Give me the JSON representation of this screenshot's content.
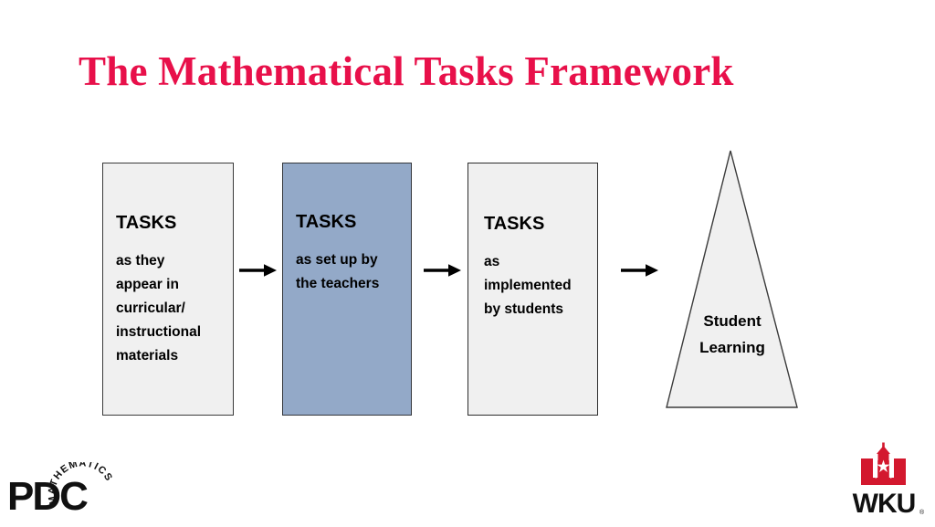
{
  "slide": {
    "title": "The Mathematical Tasks Framework",
    "title_color": "#E8104A",
    "background": "#FFFFFF"
  },
  "flow": {
    "boxes": [
      {
        "id": "tasks-curricular",
        "heading": "TASKS",
        "body": "as they\nappear  in\ncurricular/\ninstructional\nmaterials",
        "fill": "#F0F0F0",
        "border": "#3A3A3A"
      },
      {
        "id": "tasks-setup",
        "heading": "TASKS",
        "body": "as set up by\nthe teachers",
        "fill": "#93A9C8",
        "border": "#33363B"
      },
      {
        "id": "tasks-implemented",
        "heading": "TASKS",
        "body": "as\nimplemented\nby students",
        "fill": "#F0F0F0",
        "border": "#2C2C2C"
      }
    ],
    "arrows": [
      {
        "id": "arrow-1",
        "icon": "arrow-right-icon"
      },
      {
        "id": "arrow-2",
        "icon": "arrow-right-icon"
      },
      {
        "id": "arrow-3",
        "icon": "arrow-right-icon"
      }
    ],
    "outcome": {
      "shape": "triangle",
      "label": "Student\nLearning",
      "fill": "#F0F0F0",
      "border": "#3A3A3A"
    }
  },
  "logos": {
    "pdc": {
      "wordmark": "PDC",
      "arc_text": "MATHEMATICS",
      "color": "#111111"
    },
    "wku": {
      "wordmark": "WKU",
      "trademark": "®",
      "emblem": "wku-tower-icon",
      "emblem_color": "#D3182E",
      "wordmark_color": "#111111"
    }
  }
}
